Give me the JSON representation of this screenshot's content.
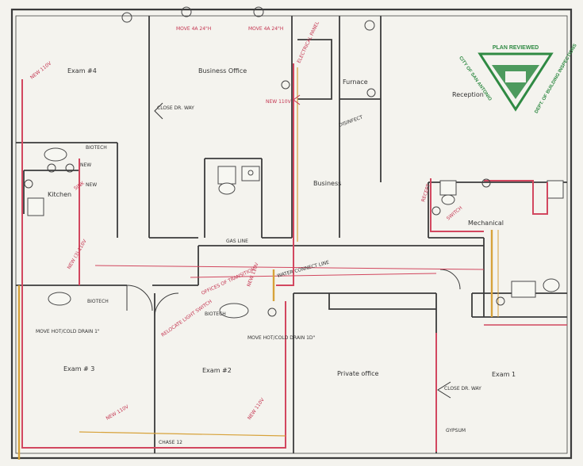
{
  "rooms": {
    "exam4": "Exam #4",
    "business_office": "Business Office",
    "furnace": "Furnace",
    "reception": "Reception",
    "business": "Business",
    "kitchen": "Kitchen",
    "mechanical": "Mechanical",
    "exam3": "Exam # 3",
    "exam2": "Exam #2",
    "private_office": "Private office",
    "exam1": "Exam 1"
  },
  "notes": {
    "new_110v_1": "NEW 110V",
    "new_110v_2": "NEW 110V",
    "new_110v_3": "NEW 110V",
    "new_110v_4": "NEW 110V",
    "new_3_110v": "NEW (3) 110V",
    "new_110v_5": "NEW 110V",
    "move_4_w": "MOVE 4A 24\"H",
    "move_4_e": "MOVE 4A 24\"H",
    "close_doorway_1": "CLOSE DR. WAY",
    "close_doorway_2": "CLOSE DR. WAY",
    "biotech_1": "BIOTECH",
    "biotech_2": "BIOTECH",
    "biotech_3": "BIOTECH",
    "gas_line": "GAS LINE",
    "water_line": "WATER CONNECT LINE",
    "relocate_light": "RELOCATE LIGHT SWITCH",
    "switch": "SWITCH",
    "receptacle": "RECEPT",
    "sink": "SINK",
    "move_hot_cold_1": "MOVE HOT/COLD DRAIN 1\"",
    "move_hot_cold_2": "MOVE HOT/COLD DRAIN 1D\"",
    "chase": "CHASE 12",
    "electrical_panel": "ELECTRICAL PANEL",
    "offices_of_transition": "OFFICES OF TRANSITION",
    "gypsum": "GYPSUM",
    "disinfect": "DISINFECT",
    "new_1": "NEW",
    "new_2": "NEW"
  },
  "stamp": {
    "line1": "PLAN REVIEWED",
    "line2": "CITY OF SAN ANTONIO",
    "line3": "DEPT. OF BUILDING INSPECTIONS"
  },
  "colors": {
    "paper": "#f4f3ee",
    "wall": "#3b3b3b",
    "pink_marker": "#d2475f",
    "yellow_marker": "#d7a23a",
    "stamp_green": "#2f8a43"
  }
}
